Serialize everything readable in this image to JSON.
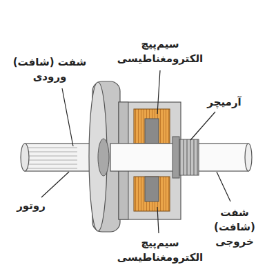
{
  "diagram": {
    "labels": [
      "شفت (شافت) ورودی",
      "سیم‌پیچ الکترومغناطیسی",
      "آرمیچر",
      "شفت (شافت) خروجی",
      "روتور",
      "سیم‌پیچ الکترومغناطیسی"
    ]
  }
}
